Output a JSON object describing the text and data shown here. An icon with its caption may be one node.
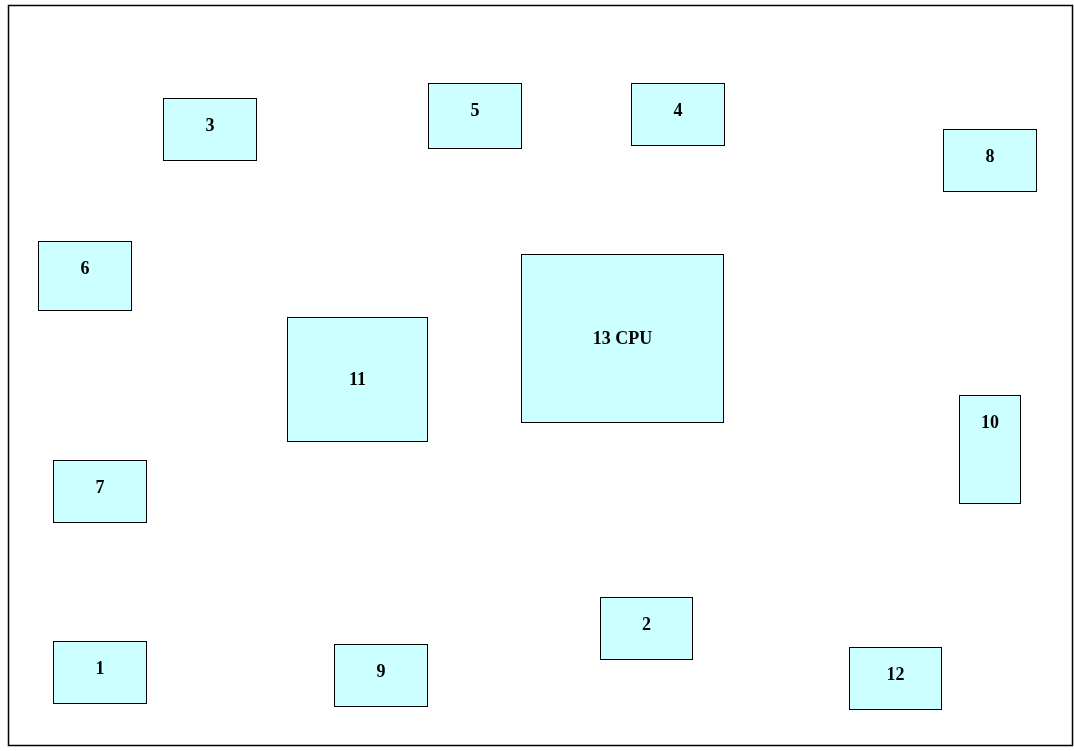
{
  "diagram": {
    "nodes": [
      {
        "text": [
          "5"
        ]
      },
      {
        "text": [
          "4"
        ]
      },
      {
        "text": [
          "3"
        ]
      },
      {
        "text": [
          "8"
        ]
      },
      {
        "text": [
          "6"
        ]
      },
      {
        "text": [
          "13 CPU"
        ]
      },
      {
        "text": [
          "11"
        ]
      },
      {
        "text": [
          "10"
        ]
      },
      {
        "text": [
          "7"
        ]
      },
      {
        "text": [
          "2"
        ]
      },
      {
        "text": [
          "1"
        ]
      },
      {
        "text": [
          "9"
        ]
      },
      {
        "text": [
          "12"
        ]
      }
    ]
  }
}
